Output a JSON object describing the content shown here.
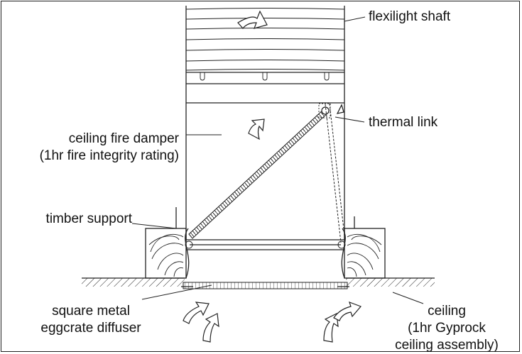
{
  "labels": {
    "flexilight_shaft": "flexilight shaft",
    "thermal_link": "thermal link",
    "ceiling_fire_damper_line1": "ceiling fire damper",
    "ceiling_fire_damper_line2": "(1hr fire integrity rating)",
    "timber_support": "timber support",
    "diffuser_line1": "square metal",
    "diffuser_line2": "eggcrate diffuser",
    "ceiling_line1": "ceiling",
    "ceiling_line2": "(1hr Gyprock",
    "ceiling_line3": "ceiling assembly)"
  },
  "colors": {
    "line": "#222222",
    "background": "#ffffff"
  }
}
